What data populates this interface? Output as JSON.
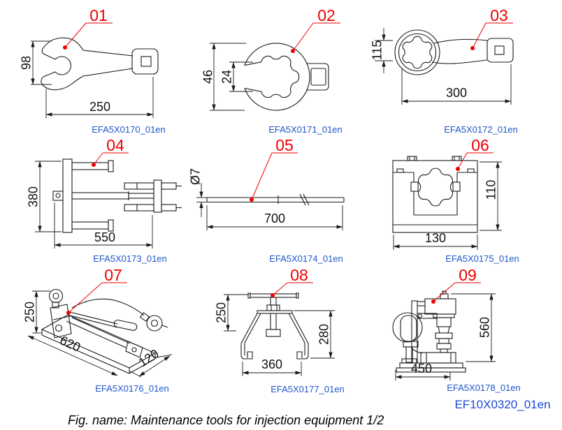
{
  "figure": {
    "caption": "Fig. name: Maintenance tools for injection equipment 1/2",
    "doc_code": "EF10X0320_01en"
  },
  "colors": {
    "callout_red": "#ee0000",
    "code_blue": "#1f56c8",
    "doc_code_blue": "#1848d8",
    "line_ink": "#1c1c1c"
  },
  "tools": [
    {
      "number": "01",
      "code": "EFA5X0170_01en",
      "name": "open-end-slogging-wrench",
      "dims": [
        "98",
        "250"
      ]
    },
    {
      "number": "02",
      "code": "EFA5X0171_01en",
      "name": "crowfoot-wrench",
      "dims": [
        "46",
        "24"
      ]
    },
    {
      "number": "03",
      "code": "EFA5X0172_01en",
      "name": "ring-slogging-wrench",
      "dims": [
        "115",
        "300"
      ]
    },
    {
      "number": "04",
      "code": "EFA5X0173_01en",
      "name": "mounting-bracket-tool",
      "dims": [
        "380",
        "550"
      ]
    },
    {
      "number": "05",
      "code": "EFA5X0174_01en",
      "name": "rod",
      "dims": [
        "Ø7",
        "700"
      ]
    },
    {
      "number": "06",
      "code": "EFA5X0175_01en",
      "name": "clamp-block",
      "dims": [
        "110",
        "130"
      ]
    },
    {
      "number": "07",
      "code": "EFA5X0176_01en",
      "name": "hydraulic-hand-pump",
      "dims": [
        "250",
        "620",
        "120"
      ]
    },
    {
      "number": "08",
      "code": "EFA5X0177_01en",
      "name": "puller-frame",
      "dims": [
        "250",
        "280",
        "360"
      ]
    },
    {
      "number": "09",
      "code": "EFA5X0178_01en",
      "name": "nozzle-press-stand",
      "dims": [
        "560",
        "450"
      ]
    }
  ]
}
